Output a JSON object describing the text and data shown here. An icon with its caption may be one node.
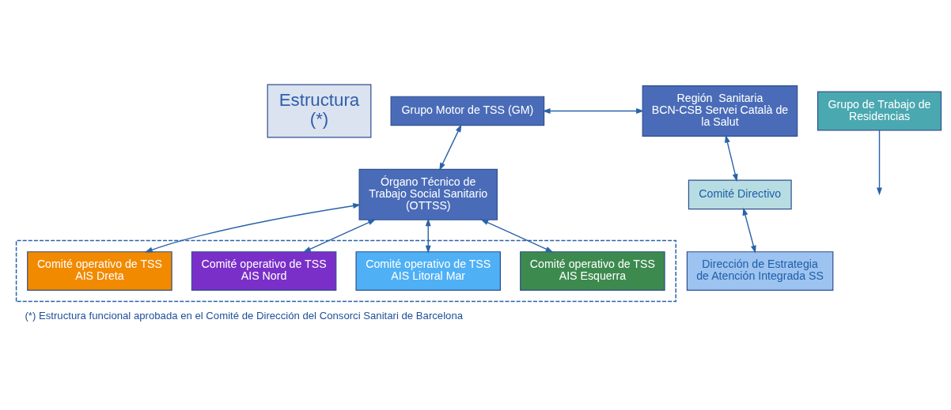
{
  "diagram": {
    "caption": "(*) Estructura funcional aprobada en el Comité de Dirección del Consorci Sanitari de Barcelona",
    "nodes": [
      {
        "text": [
          "Estructura",
          "(*)"
        ]
      },
      {
        "text": [
          "Grupo Motor de TSS (GM)"
        ]
      },
      {
        "text": [
          "Región  Sanitaria BCN-CSB Servei Català de la Salut"
        ]
      },
      {
        "text": [
          "Comité Directivo"
        ]
      },
      {
        "text": [
          "Órgano Técnico de Trabajo Social Sanitario (OTTSS)"
        ]
      },
      {
        "text": [
          "Dirección de Estrategia de Atención Integrada SS"
        ]
      },
      {
        "text": [],
        "shape": "box"
      },
      {
        "text": [
          "Comité operativo de TSS AIS Esquerra"
        ],
        "in": 6
      },
      {
        "text": [
          "Comité operativo de TSS AIS Litoral Mar"
        ],
        "in": 6
      },
      {
        "text": [
          "Comité operativo de TSS AIS Nord"
        ],
        "in": 6
      },
      {
        "text": [
          "Comité operativo de TSS AIS Dreta"
        ],
        "in": 6
      },
      {
        "text": [
          "Grupo de Trabajo de Residencias"
        ]
      }
    ],
    "edges": [
      {
        "from": 1,
        "to": 2,
        "arrow": "both"
      },
      {
        "from": 1,
        "to": 4,
        "arrow": "both"
      },
      {
        "from": 2,
        "to": 3,
        "arrow": "both"
      },
      {
        "from": 3,
        "to": 5,
        "arrow": "both"
      },
      {
        "from": 4,
        "to": 7,
        "arrow": "both"
      },
      {
        "from": 4,
        "to": 8,
        "arrow": "both"
      },
      {
        "from": 4,
        "to": 9,
        "arrow": "both"
      },
      {
        "from": 4,
        "to": 10,
        "arrow": "both"
      },
      {
        "from": 11,
        "to": null,
        "arrow": "to"
      }
    ]
  }
}
